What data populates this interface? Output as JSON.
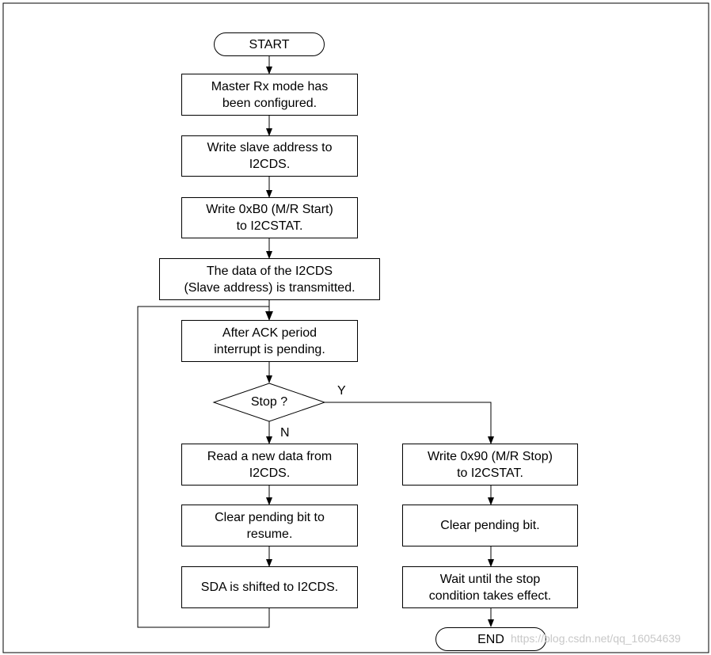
{
  "diagram": {
    "nodes": {
      "start": "START",
      "configured": "Master Rx mode has\nbeen configured.",
      "write_addr": "Write slave address to\nI2CDS.",
      "write_start": "Write 0xB0 (M/R Start)\nto I2CSTAT.",
      "transmitted": "The data of the I2CDS\n(Slave address) is transmitted.",
      "ack": "After ACK period\ninterrupt is pending.",
      "stop_q": "Stop ?",
      "read": "Read a new data from\nI2CDS.",
      "clear_resume": "Clear pending bit to\nresume.",
      "shift": "SDA is shifted to I2CDS.",
      "write_stop": "Write 0x90 (M/R Stop)\nto I2CSTAT.",
      "clear": "Clear pending bit.",
      "wait": "Wait until the stop\ncondition takes effect.",
      "end": "END"
    },
    "edge_labels": {
      "yes": "Y",
      "no": "N"
    },
    "watermark": "https://blog.csdn.net/qq_16054639"
  }
}
